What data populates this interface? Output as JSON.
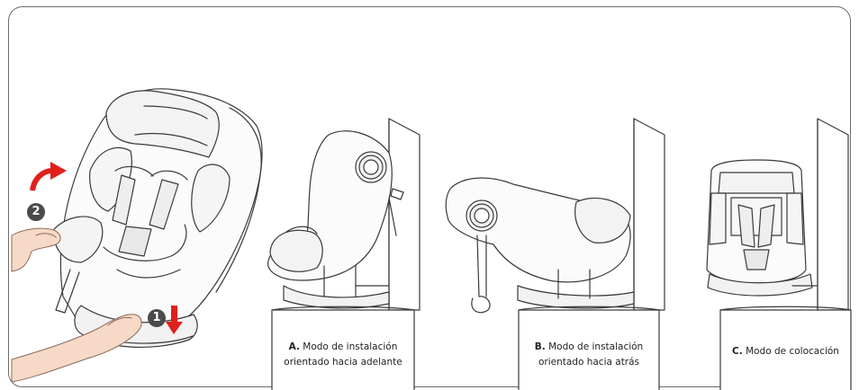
{
  "step_markers": [
    "1",
    "2"
  ],
  "colors": {
    "arrow": "#e0201c",
    "line": "#3a3a3a",
    "marker": "#4a4a4a",
    "hand": "#f6d9c6"
  },
  "captions": [
    {
      "letter": "A.",
      "line1": "Modo de instalación",
      "line2": "orientado hacia adelante"
    },
    {
      "letter": "B.",
      "line1": "Modo de instalación",
      "line2": "orientado hacia atrás"
    },
    {
      "letter": "C.",
      "line1": "Modo de colocación",
      "line2": ""
    }
  ]
}
